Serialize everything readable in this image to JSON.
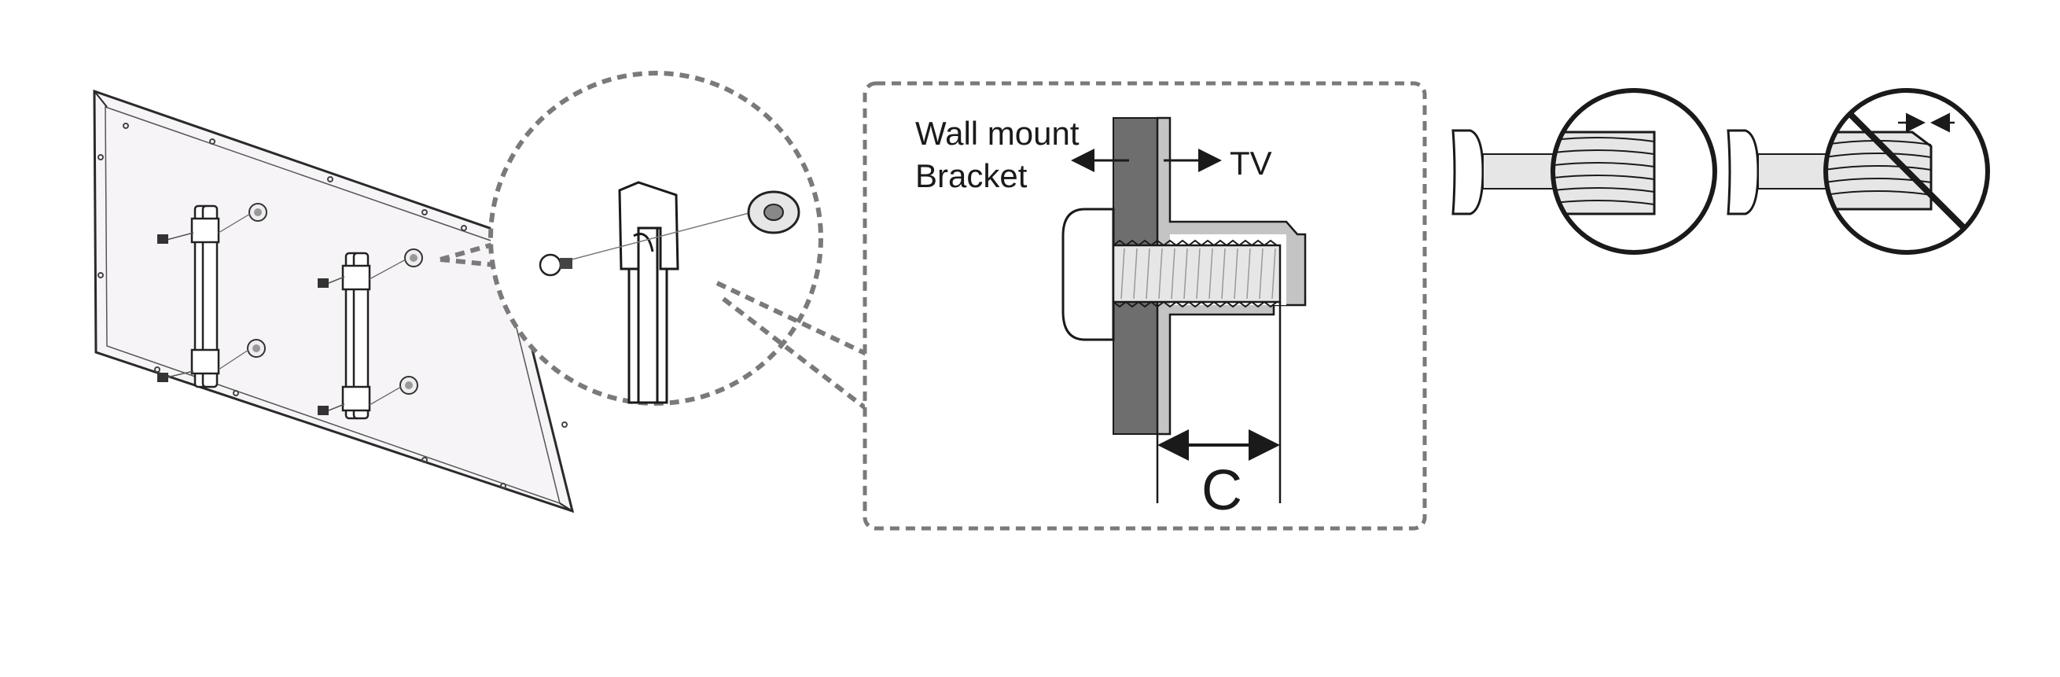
{
  "labels": {
    "wall_mount_line1": "Wall mount",
    "wall_mount_line2": "Bracket",
    "tv": "TV",
    "dimension": "C"
  },
  "colors": {
    "line": "#2a2a2a",
    "dash": "#7a7a7a",
    "wall": "#6e6e6e",
    "tv_shell": "#c4c4c4",
    "screw": "#e6e6e6",
    "panel": "#f6f4f6"
  },
  "icons": {
    "correct": "screw-correct-icon",
    "incorrect": "screw-incorrect-prohibited-icon"
  }
}
